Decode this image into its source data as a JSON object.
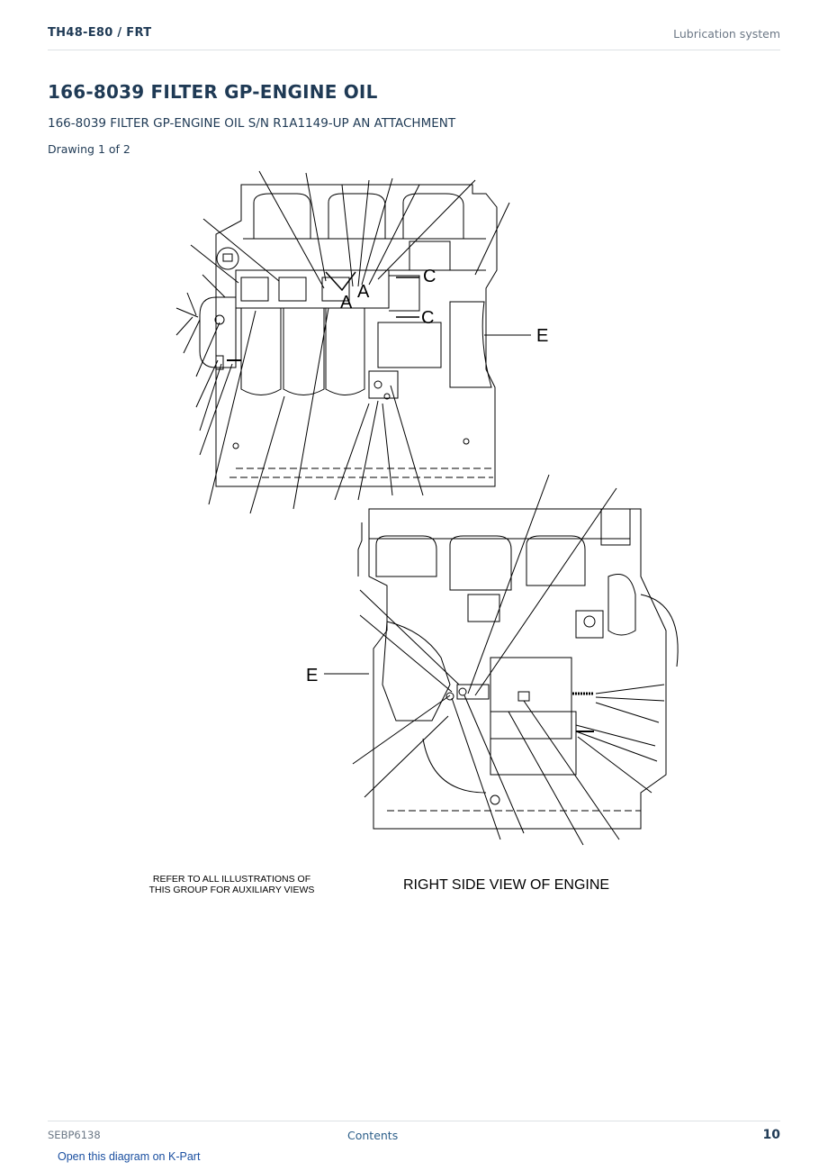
{
  "header": {
    "doc_code": "TH48-E80  /  FRT",
    "section": "Lubrication system"
  },
  "title": "166-8039 FILTER GP-ENGINE OIL",
  "subtitle": "166-8039 FILTER GP-ENGINE OIL S/N R1A1149-UP AN ATTACHMENT",
  "drawing_label": "Drawing 1 of 2",
  "diagram": {
    "callouts_top": [
      "A",
      "A",
      "C",
      "C",
      "E"
    ],
    "callout_bottom": "E",
    "caption_left": "REFER TO ALL ILLUSTRATIONS OF THIS GROUP FOR AUXILIARY VIEWS",
    "caption_right": "RIGHT SIDE VIEW OF ENGINE"
  },
  "footer": {
    "doc_number": "SEBP6138",
    "contents_link": "Contents",
    "page_number": "10",
    "kpart_link": "Open this diagram on K-Part"
  }
}
